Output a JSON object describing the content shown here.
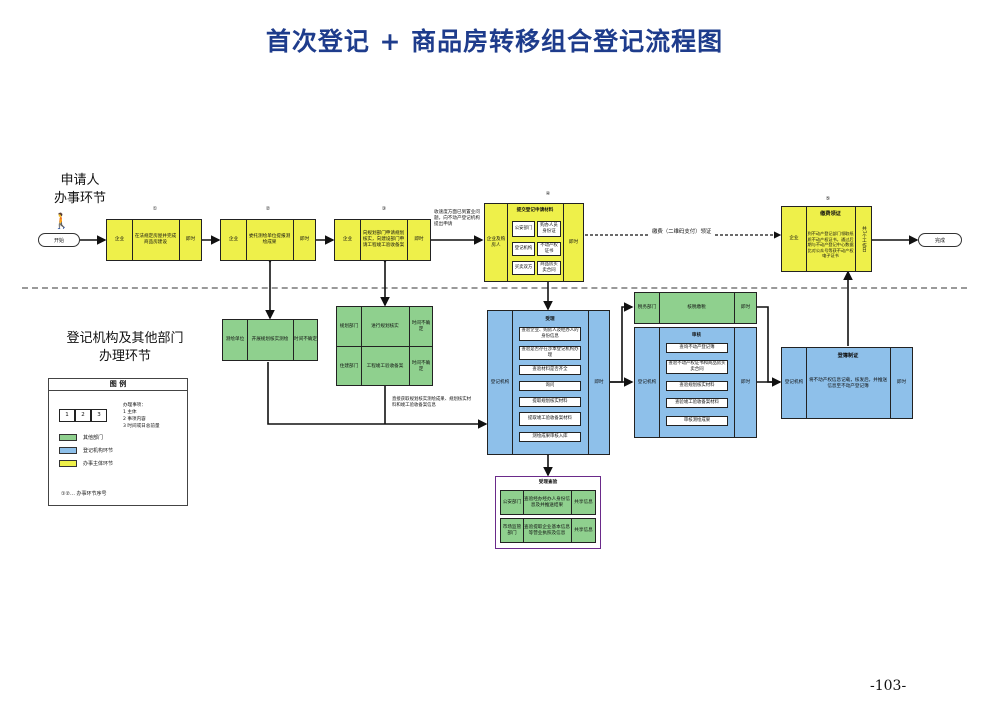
{
  "title": "首次登记 + 商品房转移组合登记流程图",
  "page_number": "-103-",
  "lanes": {
    "applicant": "申请人\n办事环节",
    "agency": "登记机构及其他部门\n办理环节"
  },
  "start": "开始",
  "end": "完成",
  "steps": {
    "s1": {
      "num": "①",
      "actor": "企业",
      "content": "在法规定房屋并完成商品房建设",
      "time": "即时"
    },
    "s2": {
      "num": "②",
      "actor": "企业",
      "content": "委托测绘单位提报测绘成果",
      "time": "即时"
    },
    "s3": {
      "num": "③",
      "actor": "企业",
      "content": "向规划部门申请规划核实，向建设部门申请工程竣工验收备案",
      "time": "即时"
    },
    "s4": {
      "num": "④",
      "actor": "企业及购房人",
      "header": "提交登记申请材料",
      "items": [
        "公安部门",
        "购办人员身份证",
        "登记机构",
        "不动产权证书",
        "买卖双方",
        "商品房买卖合同"
      ],
      "time": "即时"
    },
    "s5": {
      "num": "⑤",
      "actor": "企业",
      "header": "缴费领证",
      "content": "到不动产登记部门领取纸质不动产权证书，通过后期与不动产登记中心数据比对公众号等获不动产权电子证书",
      "time": "共1个工作日"
    }
  },
  "notes": {
    "pre_s4": "收速度方面已到置业问题，向不动产登记机构提出申请",
    "pay": "缴费（二维码支付）领证",
    "mapping_info": "直接获取规划核实测绘成果、规划核实材料和竣工验收备案信息"
  },
  "agency_boxes": {
    "survey": {
      "dept": "测绘单位",
      "content": "开展规划核实测绘",
      "time": "时间不确定"
    },
    "planning": {
      "rows": [
        {
          "dept": "规划部门",
          "content": "进行规划核实",
          "time": "时间不确定"
        },
        {
          "dept": "住建部门",
          "content": "工程竣工验收备案",
          "time": "时间不确定"
        }
      ]
    },
    "accept": {
      "org": "登记机构",
      "header": "受理",
      "items": [
        "查验企业、购房人及经办人的身份信息",
        "查验是否存在涉本登记机构办理",
        "查验材料是否齐全",
        "询问",
        "提取规划核实材料",
        "提取竣工验收备案材料",
        "测绘成果审核入库"
      ],
      "time": "即时"
    },
    "tax": {
      "dept": "税务部门",
      "content": "核税缴税",
      "time": "即时"
    },
    "review": {
      "org": "登记机构",
      "header": "审核",
      "items": [
        "查询不动产登记簿",
        "查验不动产权证书和商品房买卖合同",
        "查验规划核实材料",
        "查验竣工验收备案材料",
        "审核测绘成果"
      ],
      "time": "即时"
    },
    "issue": {
      "org": "登记机构",
      "header": "登簿制证",
      "content": "将不动产权信息记载，核发后，并推送信息至不动产登记簿",
      "time": "即时"
    },
    "share": {
      "header": "受理查验",
      "rows": [
        {
          "dept": "公安部门",
          "content": "查验经办经办人身份信息及并推送结果",
          "time": "共享信息"
        },
        {
          "dept": "市场监管部门",
          "content": "查验提取企业基本信息等营业执照及信息",
          "time": "共享信息"
        }
      ]
    }
  },
  "legend": {
    "title": "图  例",
    "cells": [
      "1",
      "2",
      "3"
    ],
    "notes": [
      "办理事项：",
      "1 主体",
      "2 事项内容",
      "3 时间或日总前量"
    ],
    "items": [
      {
        "label": "其他部门",
        "color": "#8fd08e"
      },
      {
        "label": "登记机构环节",
        "color": "#8ec0ea"
      },
      {
        "label": "办事主体环节",
        "color": "#eef04a"
      }
    ],
    "seq": "①②… 办事环节序号"
  }
}
